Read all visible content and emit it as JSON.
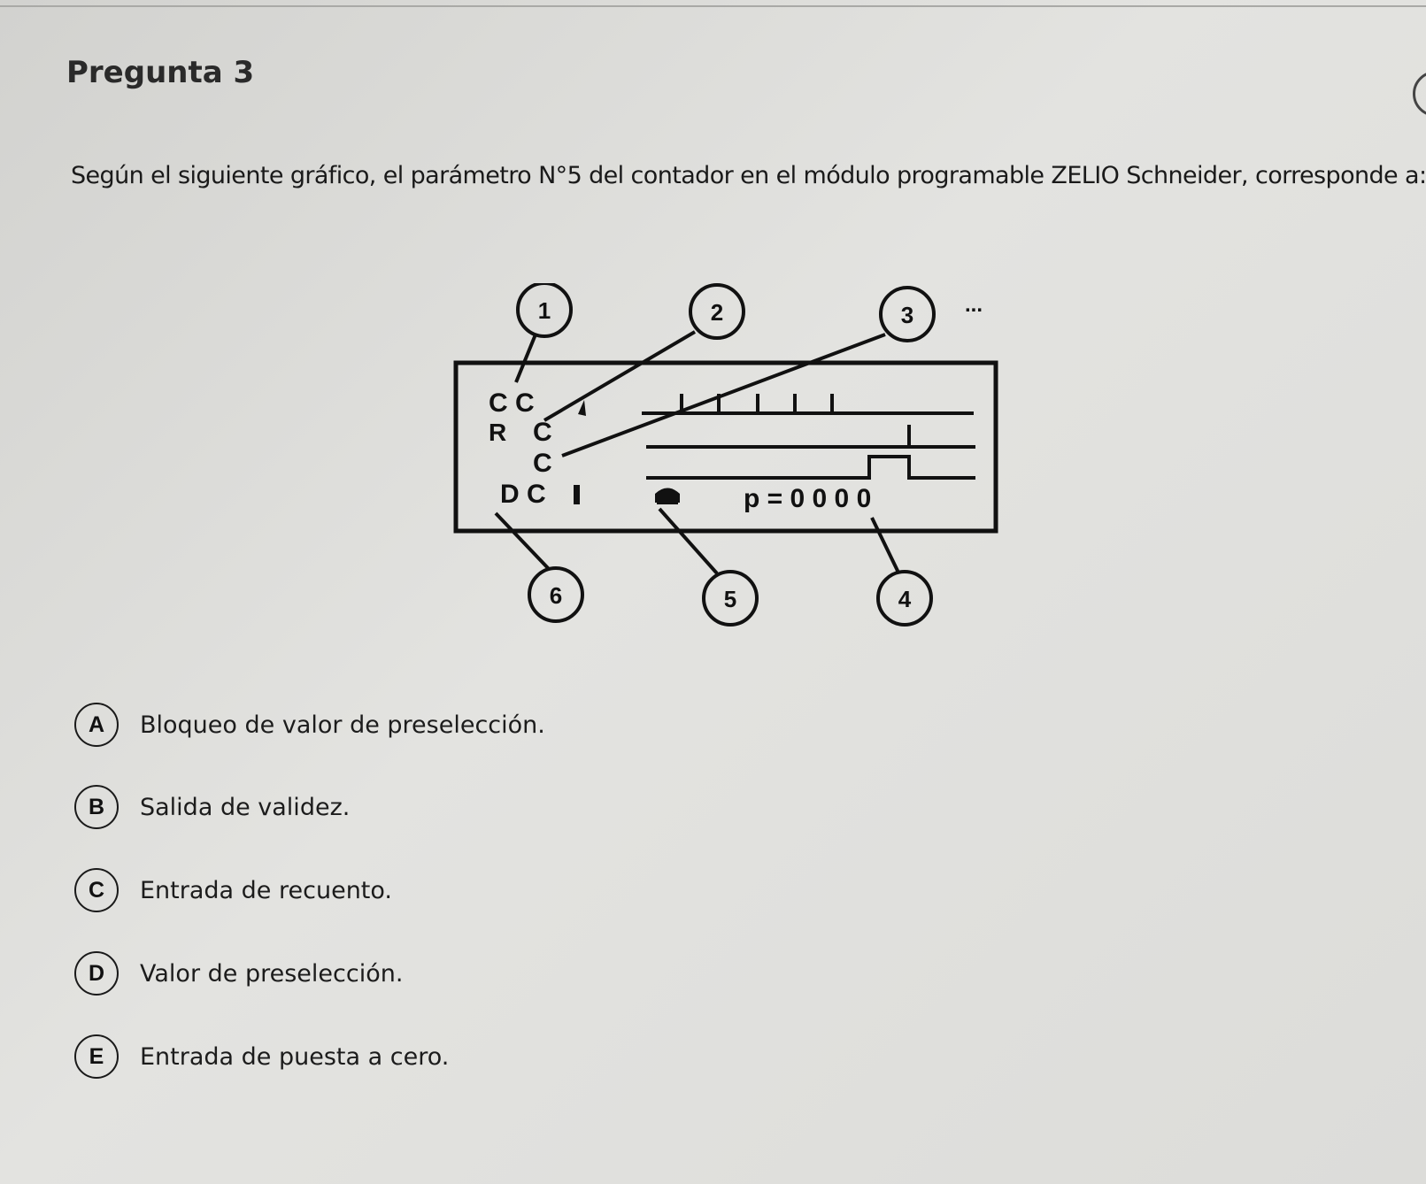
{
  "question": {
    "title": "Pregunta 3",
    "text": "Según el siguiente gráfico, el parámetro N°5 del contador en el módulo programable ZELIO Schneider, corresponde a:"
  },
  "diagram": {
    "callouts": [
      "1",
      "2",
      "3",
      "4",
      "5",
      "6"
    ],
    "ellipsis": "...",
    "labels": {
      "cc": "C C",
      "r": "R",
      "rc": "C",
      "c": "C",
      "dc": "D C",
      "preset": "p = 0 0 0 0"
    }
  },
  "options": [
    {
      "letter": "A",
      "text": "Bloqueo de valor de preselección."
    },
    {
      "letter": "B",
      "text": "Salida de validez."
    },
    {
      "letter": "C",
      "text": "Entrada de recuento."
    },
    {
      "letter": "D",
      "text": "Valor de preselección."
    },
    {
      "letter": "E",
      "text": "Entrada de puesta a cero."
    }
  ]
}
